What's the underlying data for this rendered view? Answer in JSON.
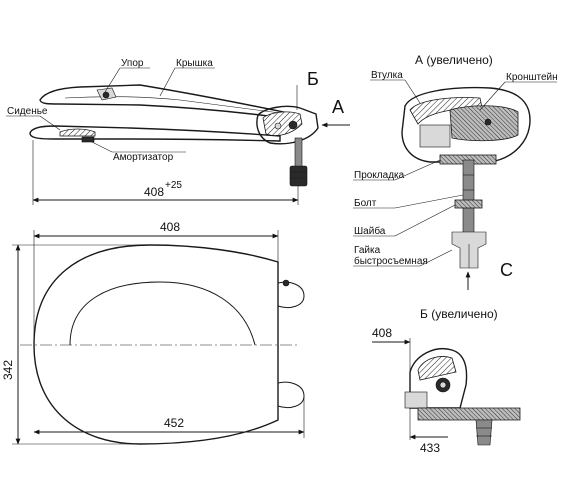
{
  "labels": {
    "upor": "Упор",
    "kryshka": "Крышка",
    "sidenie": "Сиденье",
    "amortizator": "Амортизатор",
    "b_marker": "Б",
    "a_marker": "А",
    "a_detail_title": "А (увеличено)",
    "vtulka": "Втулка",
    "kronshtein": "Кронштейн",
    "prokladka": "Прокладка",
    "bolt": "Болт",
    "shaiba": "Шайба",
    "gaika_line1": "Гайка",
    "gaika_line2": "быстросъемная",
    "c_marker": "С",
    "b_detail_title": "Б (увеличено)"
  },
  "dimensions": {
    "side_length": "408",
    "side_tolerance": "+25",
    "top_width": "408",
    "top_height": "342",
    "top_length": "452",
    "detail_b_upper": "408",
    "detail_b_lower": "433"
  }
}
